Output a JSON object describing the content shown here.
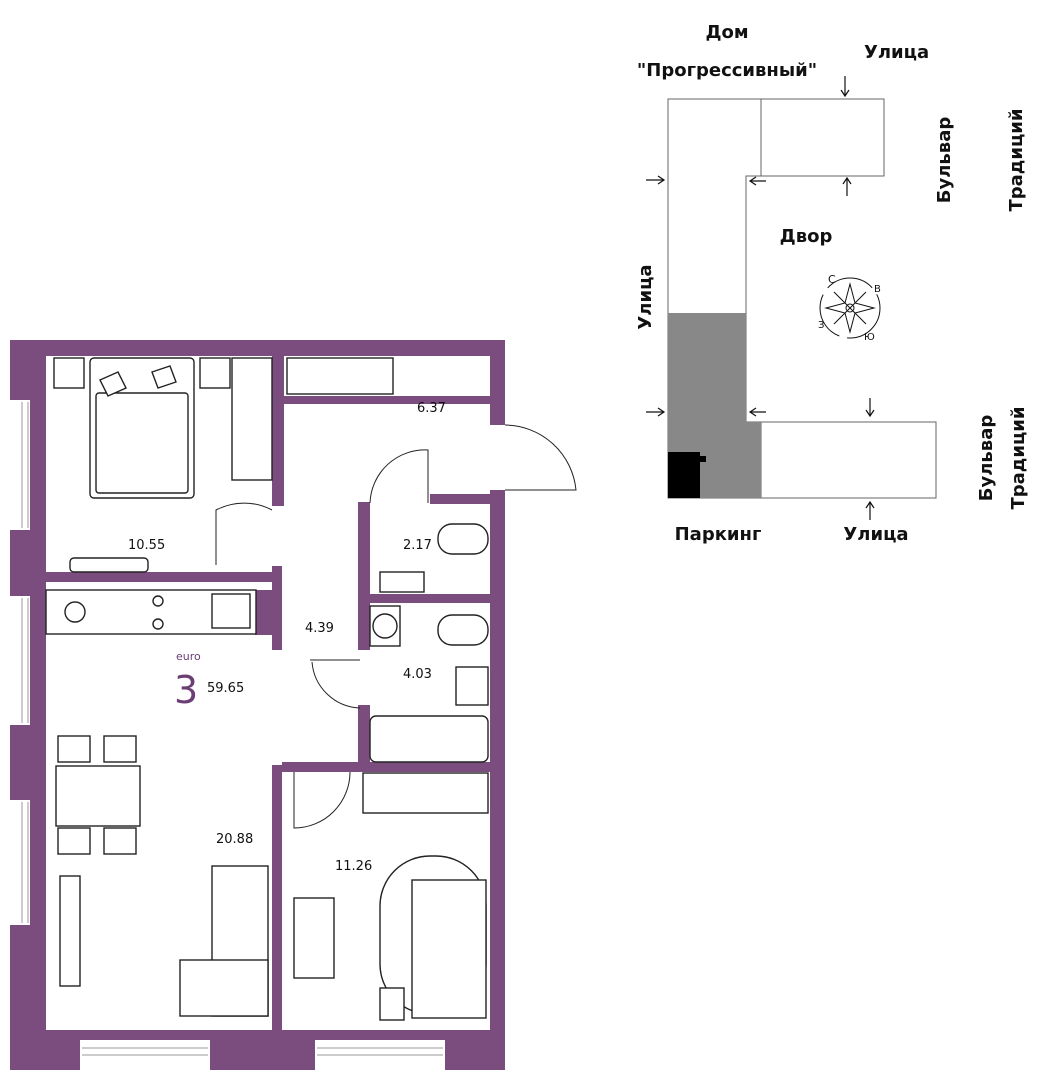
{
  "colors": {
    "wall": "#7a4d7e",
    "accent_text": "#6b3f73",
    "courtyard_building": "#888888",
    "parking": "#000000"
  },
  "apartment": {
    "type_label": "euro",
    "rooms": "3",
    "total_area": "59.65",
    "room_areas": {
      "bedroom": "10.55",
      "balcony": "6.37",
      "wc": "2.17",
      "hall": "4.39",
      "bathroom": "4.03",
      "living_kitchen": "20.88",
      "second_bedroom": "11.26"
    }
  },
  "site_plan": {
    "house_line1": "Дом",
    "house_line2": "\"Прогрессивный\"",
    "street_top": "Улица",
    "street_left": "Улица",
    "street_bottom": "Улица",
    "boulevard_top_line1": "Бульвар",
    "boulevard_top_line2": "Традиций",
    "boulevard_bottom_line1": "Бульвар",
    "boulevard_bottom_line2": "Традиций",
    "courtyard": "Двор",
    "parking": "Паркинг",
    "compass": {
      "north": "С",
      "east": "В",
      "south": "Ю",
      "west": "З"
    }
  }
}
